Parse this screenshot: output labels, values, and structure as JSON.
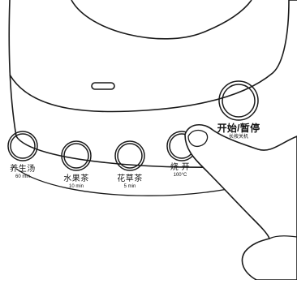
{
  "panel": {
    "buttons": [
      {
        "label": "养生汤",
        "sub": "60 min"
      },
      {
        "label": "水果茶",
        "sub": "10 min"
      },
      {
        "label": "花草茶",
        "sub": "5 min"
      },
      {
        "label": "烧 开",
        "sub": "100°C"
      }
    ],
    "main_button": {
      "label": "开始/暂停",
      "sub": "长按关机"
    }
  },
  "colors": {
    "line": "#1a1a1a",
    "background": "#ffffff"
  }
}
